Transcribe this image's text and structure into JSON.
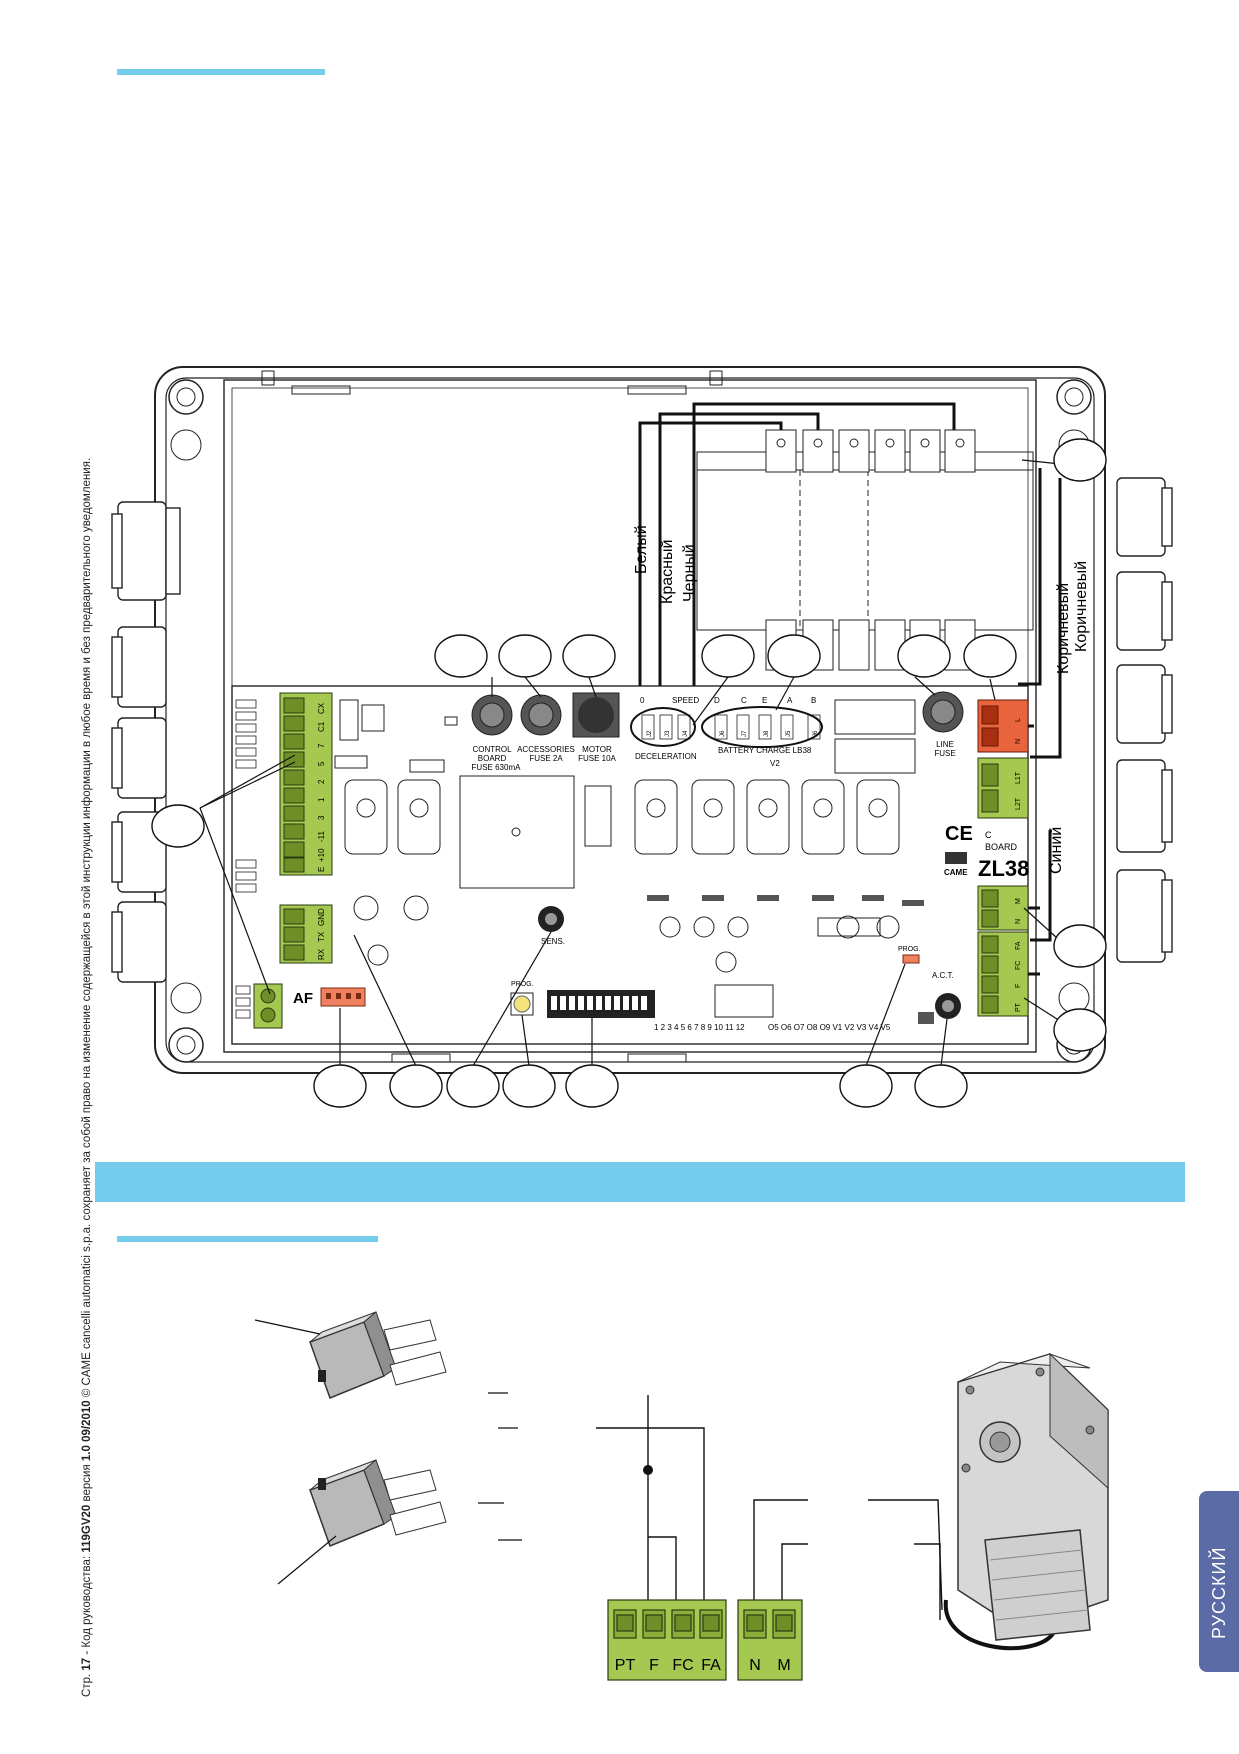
{
  "footer": {
    "page_prefix": "Стр.",
    "page_number": "17",
    "code_prefix": " - Код руководства:",
    "manual_code": "119GV20",
    "version_prefix": " версия",
    "version": "1.0",
    "date": "09/2010",
    "copyright": "© CAME cancelli automatici s.p.a.",
    "disclaimer": "сохраняет за собой право на изменение содержащейся в этой инструкции информации в любое время и без предварительного уведомления."
  },
  "language_tab": "РУССКИЙ",
  "board": {
    "board_label_1": "C",
    "board_label_2": "BOARD",
    "model": "ZL38",
    "brand": "CAME",
    "fuses": {
      "control_1": "CONTROL",
      "control_2": "BOARD",
      "control_3": "FUSE 630mA",
      "accessories_1": "ACCESSORIES",
      "accessories_2": "FUSE 2A",
      "motor_1": "MOTOR",
      "motor_2": "FUSE 10A",
      "line_1": "LINE",
      "line_2": "FUSE"
    },
    "speed": "SPEED",
    "deceleration": "DECELERATION",
    "battery_charge": "BATTERY CHARGE LB38",
    "v2": "V2",
    "zero": "0",
    "letters": [
      "D",
      "C",
      "E",
      "A",
      "B"
    ],
    "jumpers_left": [
      "J2",
      "J3",
      "J4"
    ],
    "jumpers_right": [
      "J6",
      "J7",
      "J8",
      "J5",
      "J6"
    ],
    "main_terminals": [
      "CX",
      "C1",
      "7",
      "5",
      "2",
      "1",
      "3",
      "-11",
      "+10",
      "E"
    ],
    "serial_terminals": [
      "GND",
      "TX",
      "RX"
    ],
    "af": "AF",
    "prog": "PROG.",
    "sens": "SENS.",
    "prog_led": "PROG.",
    "act": "A.C.T.",
    "line_terminals": [
      "L",
      "N"
    ],
    "l1t_terminals": [
      "L1T",
      "L2T"
    ],
    "motor_terminals": [
      "M",
      "N"
    ],
    "limit_terminals": [
      "FA",
      "FC",
      "F",
      "PT"
    ],
    "dip_numbers": "1 2 3 4 5 6 7 8 9 10 11 12",
    "output_numbers": "O5 O6 O7 O8 O9 V1 V2 V3 V4 V5",
    "ce": "CE"
  },
  "wires": {
    "white": "Белый",
    "red": "Красный",
    "black": "Черный",
    "brown_1": "Коричневый",
    "brown_2": "Коричневый",
    "blue": "Синий"
  },
  "wiring": {
    "limit_terminals": [
      "PT",
      "F",
      "FC",
      "FA"
    ],
    "motor_terminals": [
      "N",
      "M"
    ]
  },
  "colors": {
    "accent": "#74cbec",
    "terminal_green": "#a5c850",
    "terminal_red": "#e8643c",
    "connector_orange": "#f08060",
    "language_tab": "#5a6ba6"
  }
}
